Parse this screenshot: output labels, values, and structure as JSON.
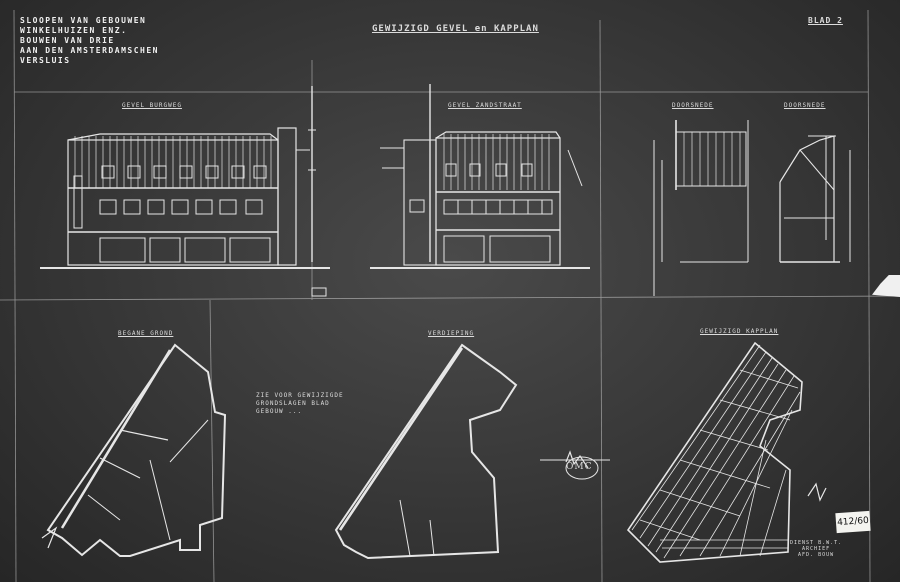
{
  "sheet": {
    "title_block_lines": [
      "SLOOPEN VAN GEBOUWEN",
      "WINKELHUIZEN ENZ.",
      "BOUWEN VAN DRIE",
      "AAN DEN AMSTERDAMSCHEN",
      "VERSLUIS"
    ],
    "title": "GEWIJZIGD GEVEL en KAPPLAN",
    "sheet_number": "BLAD 2"
  },
  "views": {
    "elevation_front": "GEVEL BURGWEG",
    "elevation_side": "GEVEL ZANDSTRAAT",
    "section_a": "DOORSNEDE",
    "section_b": "DOORSNEDE",
    "ground_floor": "BEGANE GROND",
    "upper_floor": "VERDIEPING",
    "roof_plan": "GEWIJZIGD KAPPLAN"
  },
  "notes": {
    "center": [
      "ZIE VOOR GEWIJZIGDE",
      "GRONDSLAGEN BLAD",
      "GEBOUW ..."
    ],
    "signature": "OMC",
    "archive_stamp": [
      "DIENST B.W.T.",
      "ARCHIEF",
      "AFD. BOUW"
    ],
    "sheet_id": "412/60"
  },
  "colors": {
    "paper": "#3a3a3a",
    "lines": "#e6e6e6",
    "stamp": "#f4f4f0"
  }
}
